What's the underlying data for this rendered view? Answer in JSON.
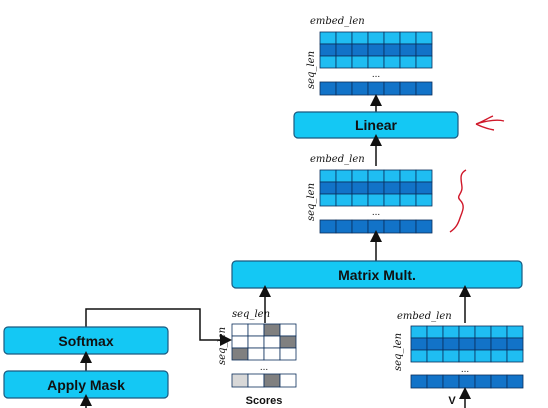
{
  "boxes": {
    "linear": "Linear",
    "matmul": "Matrix Mult.",
    "softmax": "Softmax",
    "apply_mask": "Apply Mask"
  },
  "labels": {
    "embed_len": "embed_len",
    "seq_len": "seq_len",
    "dots": "...",
    "scores": "Scores",
    "v": "V"
  },
  "colors": {
    "box_fill": "#14c8f4",
    "box_stroke": "#1a5a80",
    "cell_light": "#1fbdf2",
    "cell_dark": "#1273c8",
    "grid_stroke": "#0a2d5a",
    "score_dark": "#808080",
    "score_light": "#d8d8d8",
    "annotation": "#d0182a"
  },
  "icons": [
    "arrow-left-annotation-icon",
    "curly-brace-annotation-icon"
  ]
}
